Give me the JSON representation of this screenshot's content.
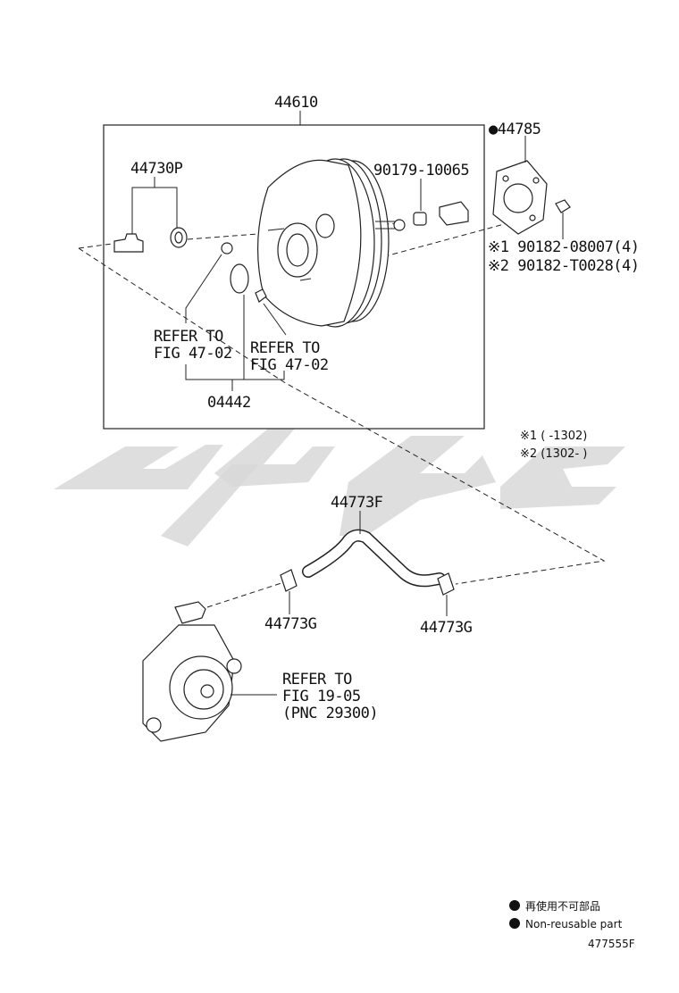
{
  "diagram": {
    "main_assembly": "44610",
    "gasket": "●44785",
    "check_valve": "44730P",
    "bolt_part": "90179-10065",
    "nut_1": "※1 90182-08007(4)",
    "nut_2": "※2 90182-T0028(4)",
    "refer_left_1": "REFER TO",
    "refer_left_2": "FIG 47-02",
    "refer_right_1": "REFER TO",
    "refer_right_2": "FIG 47-02",
    "kit": "04442",
    "note_1": "※1 (      -1302)",
    "note_2": "※2 (1302-       )",
    "hose": "44773F",
    "clamp_left": "44773G",
    "clamp_right": "44773G",
    "pump_refer_1": "REFER TO",
    "pump_refer_2": "FIG 19-05",
    "pump_refer_3": "(PNC 29300)"
  },
  "legend": {
    "jp": "再使用不可部品",
    "en": "Non-reusable part",
    "code": "477555F"
  }
}
